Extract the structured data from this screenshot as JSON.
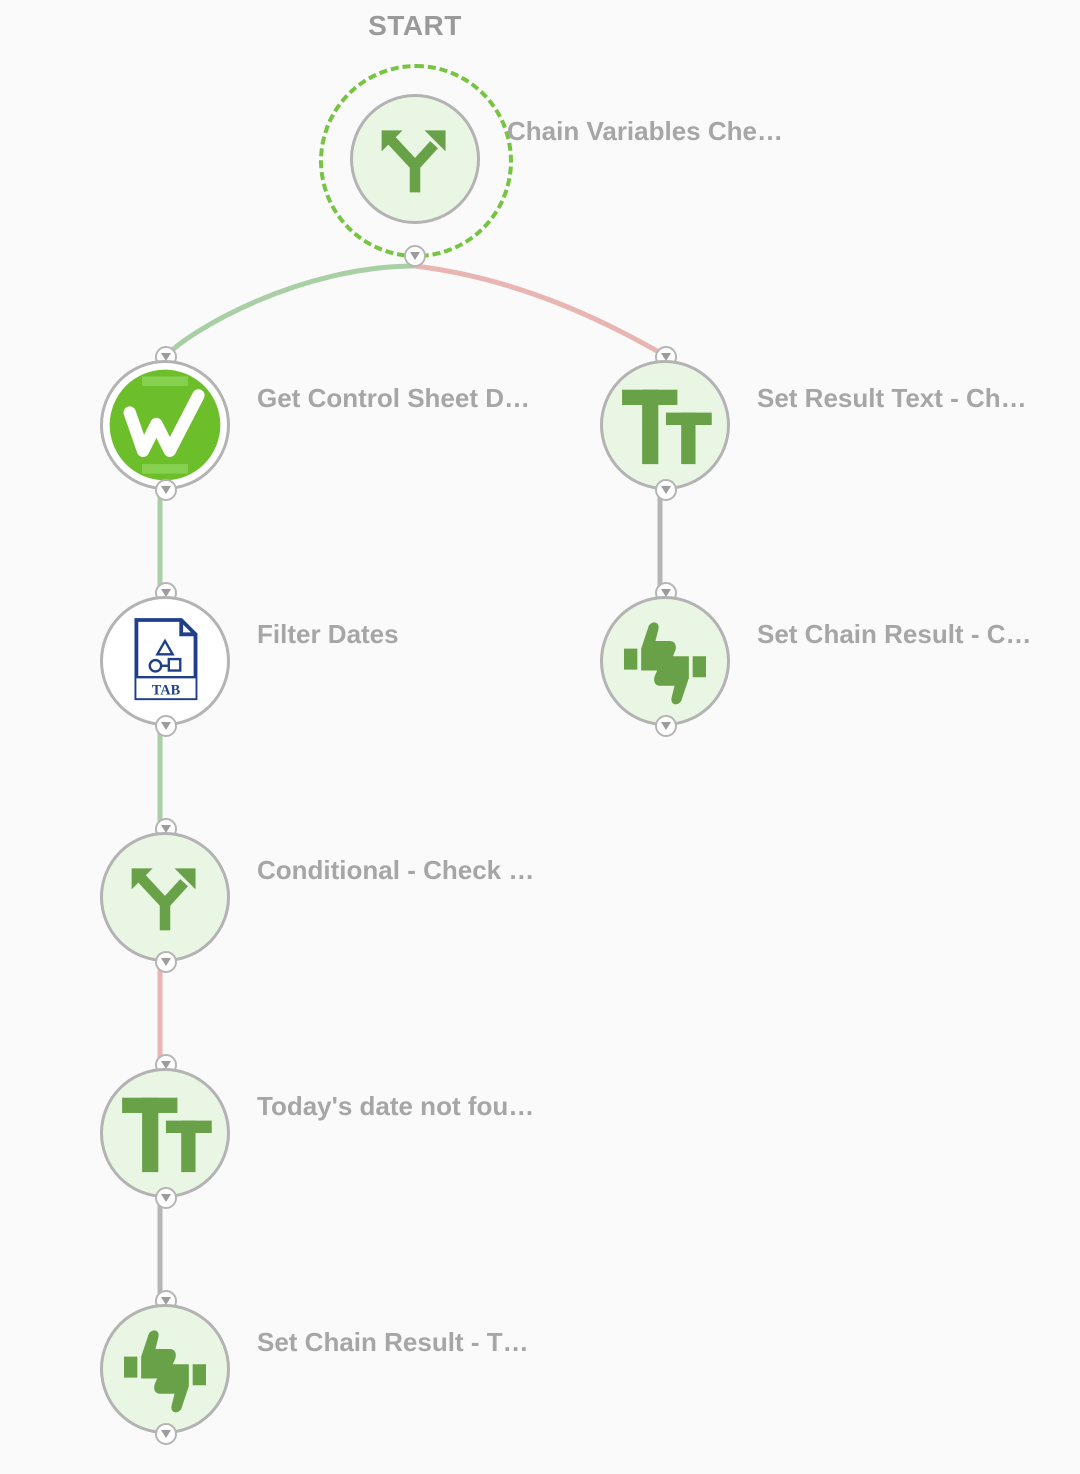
{
  "start_label": "START",
  "nodes": [
    {
      "id": "chain-variables",
      "label": "Chain Variables Che…",
      "icon": "branch-icon"
    },
    {
      "id": "get-control-sheet",
      "label": "Get Control Sheet D…",
      "icon": "workiva-logo-icon"
    },
    {
      "id": "filter-dates",
      "label": "Filter Dates",
      "icon": "tab-file-icon"
    },
    {
      "id": "conditional-check",
      "label": "Conditional - Check …",
      "icon": "branch-icon"
    },
    {
      "id": "todays-date",
      "label": "Today's date not fou…",
      "icon": "text-icon"
    },
    {
      "id": "set-chain-result-left",
      "label": "Set Chain Result - T…",
      "icon": "thumbs-up-down-icon"
    },
    {
      "id": "set-result-text",
      "label": "Set Result Text - Ch…",
      "icon": "text-icon"
    },
    {
      "id": "set-chain-result-right",
      "label": "Set Chain Result - C…",
      "icon": "thumbs-up-down-icon"
    }
  ],
  "tab_icon_text": "TAB",
  "colors": {
    "success_edge": "#a9cfa5",
    "failure_edge": "#e8b5b2",
    "neutral_edge": "#b5b5b5",
    "icon_green": "#68a147",
    "node_fill": "#eaf6e4",
    "start_ring": "#76c442"
  }
}
